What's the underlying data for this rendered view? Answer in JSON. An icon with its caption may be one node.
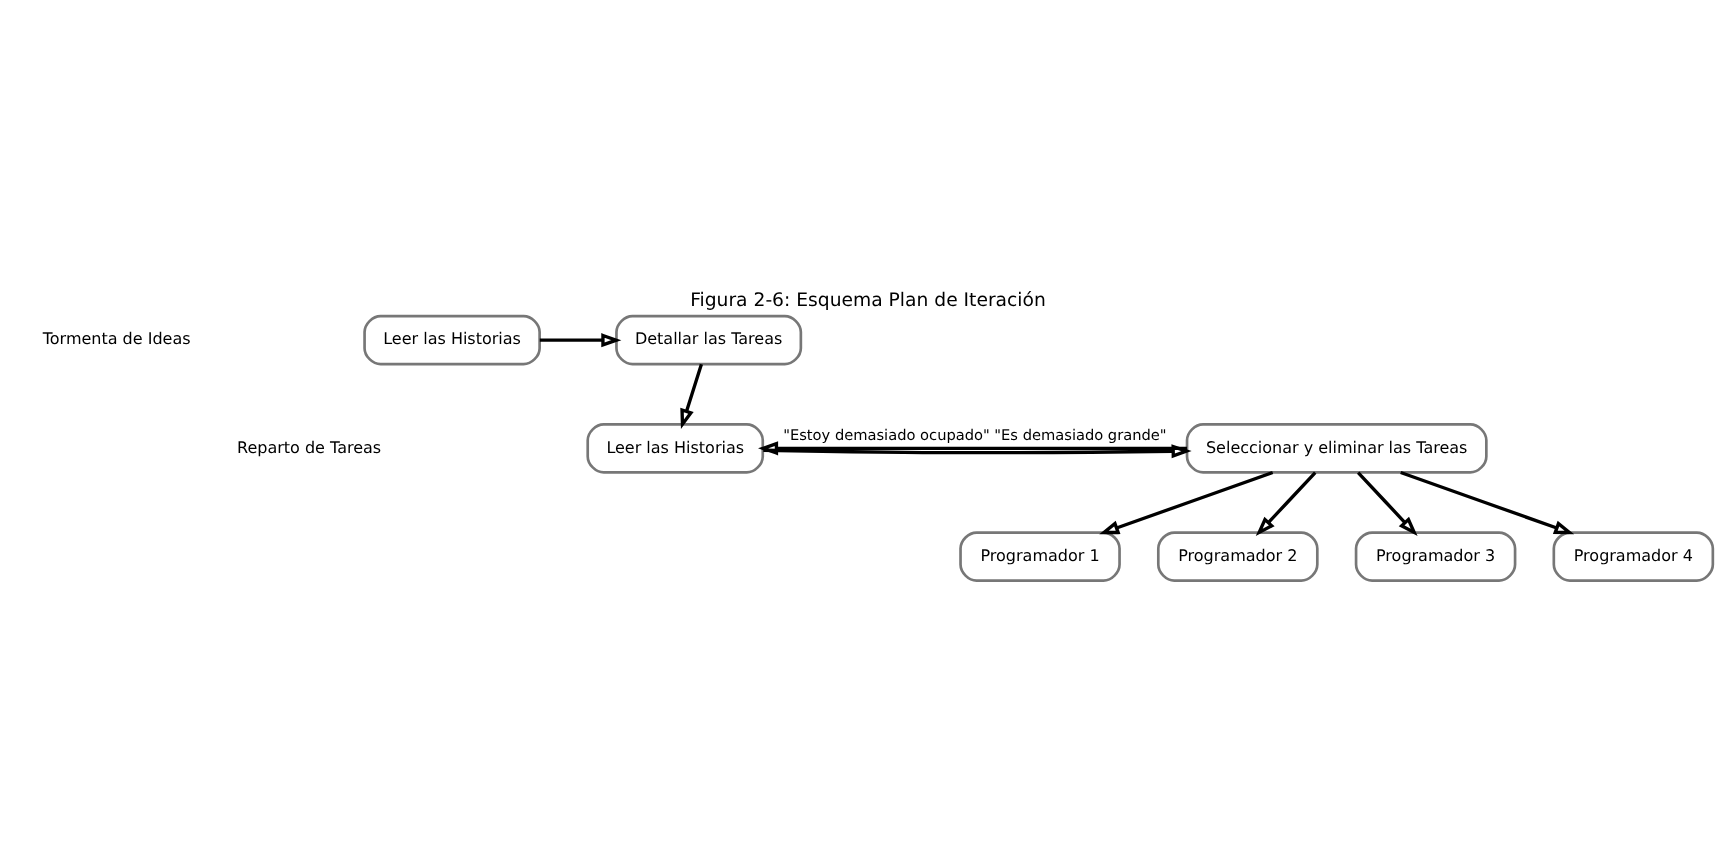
{
  "diagram": {
    "title": "Figura 2-6: Esquema Plan de Iteración",
    "nodes": [
      {
        "text": [
          "Leer las Historias"
        ]
      },
      {
        "text": [
          "Detallar las Tareas"
        ]
      },
      {
        "text": [
          "Leer las Historias"
        ]
      },
      {
        "text": [
          "Seleccionar y eliminar las Tareas"
        ]
      },
      {
        "text": [
          "Programador 1"
        ]
      },
      {
        "text": [
          "Programador 2"
        ]
      },
      {
        "text": [
          "Programador 3"
        ]
      },
      {
        "text": [
          "Programador 4"
        ]
      }
    ],
    "edges": [
      {
        "from": 0,
        "to": 1,
        "arrow": "to"
      },
      {
        "from": 1,
        "to": 2,
        "arrow": "to"
      },
      {
        "from": 2,
        "to": 3,
        "arrow": "to"
      },
      {
        "from": 3,
        "to": 2,
        "arrow": "to",
        "label": "\"Estoy demasiado ocupado\" \"Es demasiado grande\""
      },
      {
        "from": 3,
        "to": 4,
        "arrow": "to"
      },
      {
        "from": 3,
        "to": 5,
        "arrow": "to"
      },
      {
        "from": 3,
        "to": 6,
        "arrow": "to"
      },
      {
        "from": 3,
        "to": 7,
        "arrow": "to"
      }
    ],
    "labels": [
      "Tormenta de Ideas",
      "Reparto de Tareas"
    ]
  }
}
